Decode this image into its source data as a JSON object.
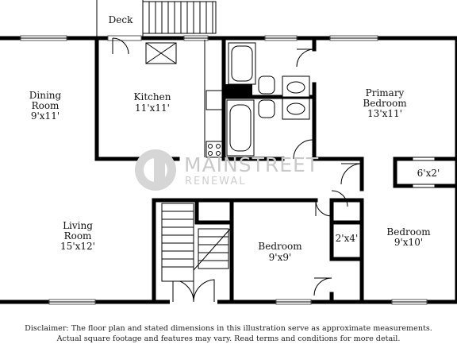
{
  "rooms": {
    "deck": {
      "name": "Deck"
    },
    "kitchen": {
      "name": "Kitchen",
      "dims": "11'x11'"
    },
    "dining": {
      "name_line1": "Dining",
      "name_line2": "Room",
      "dims": "9'x11'"
    },
    "primary": {
      "name_line1": "Primary",
      "name_line2": "Bedroom",
      "dims": "13'x11'"
    },
    "closet_primary": {
      "dims": "6'x2'"
    },
    "living": {
      "name_line1": "Living",
      "name_line2": "Room",
      "dims": "15'x12'"
    },
    "bedroom_mid": {
      "name": "Bedroom",
      "dims": "9'x9'"
    },
    "closet_small": {
      "dims": "2'x4'"
    },
    "bedroom_right": {
      "name": "Bedroom",
      "dims": "9'x10'"
    }
  },
  "watermark": {
    "line1": "MAINSTREET",
    "line2": "RENEWAL"
  },
  "icons": {
    "logo": "mainstreet-logo-icon"
  },
  "disclaimer": {
    "line1": "Disclaimer: The floor plan and stated dimensions in this illustration serve as approximate measurements.",
    "line2": "Actual square footage and features may vary. Read terms and conditions for more detail."
  }
}
